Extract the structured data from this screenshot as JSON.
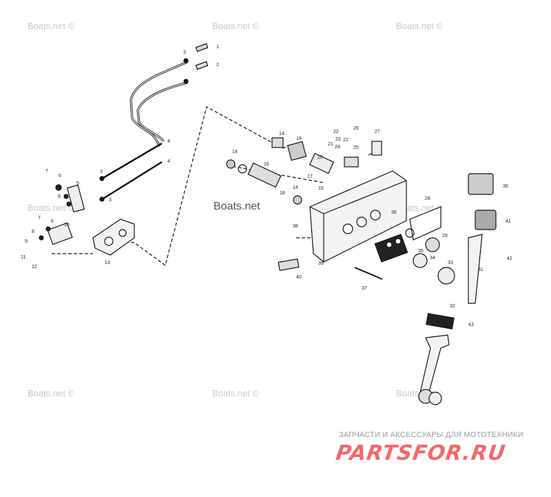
{
  "watermark": {
    "text": "Boats.net ©",
    "center_text": "Boats.net"
  },
  "callouts": [
    "1",
    "2",
    "3",
    "3",
    "3",
    "4",
    "4",
    "5",
    "6",
    "6",
    "7",
    "7",
    "8",
    "8",
    "9",
    "10",
    "11",
    "12",
    "13",
    "14",
    "14",
    "14",
    "15",
    "16",
    "17",
    "18",
    "19",
    "20",
    "21",
    "22",
    "22",
    "23",
    "24",
    "25",
    "26",
    "27",
    "28",
    "29",
    "30",
    "31",
    "32",
    "33",
    "34",
    "35",
    "36",
    "37",
    "38",
    "39",
    "40",
    "41",
    "42",
    "43"
  ],
  "brand": {
    "tagline": "ЗАПЧАСТИ И АКСЕССУАРЫ ДЛЯ МОТОТЕХНИКИ",
    "logo": "PARTSFOR.RU",
    "logo_color": "#f26a6a"
  }
}
